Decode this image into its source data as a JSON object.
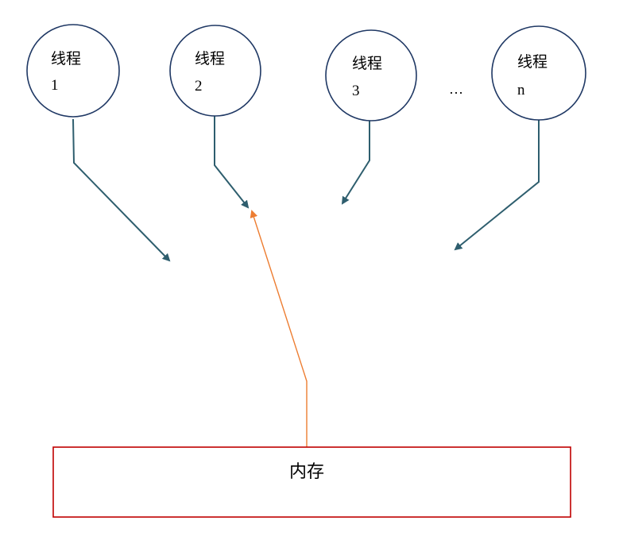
{
  "threads": [
    {
      "title": "线程",
      "number": "1"
    },
    {
      "title": "线程",
      "number": "2"
    },
    {
      "title": "线程",
      "number": "3"
    },
    {
      "title": "线程",
      "number": "n"
    }
  ],
  "ellipsis": "…",
  "memory": {
    "label": "内存"
  },
  "colors": {
    "thread_outline": "#1f3864",
    "thread_arrow": "#2e5e6e",
    "memory_arrow": "#ed7d31",
    "memory_border": "#c00000"
  }
}
